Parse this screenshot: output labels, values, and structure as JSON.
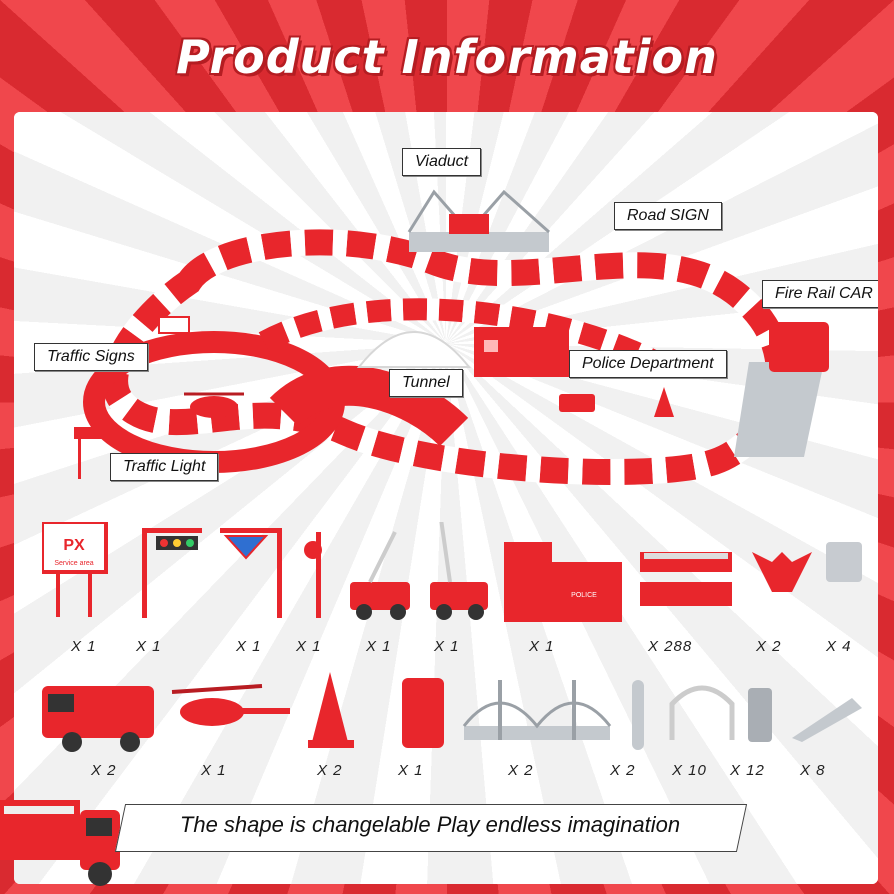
{
  "title": "Product Information",
  "callouts": {
    "viaduct": "Viaduct",
    "road_sign": "Road SIGN",
    "fire_rail_car": "Fire Rail CAR",
    "traffic_signs": "Traffic Signs",
    "tunnel": "Tunnel",
    "police_department": "Police Department",
    "traffic_light": "Traffic Light"
  },
  "service_sign": "PX",
  "service_sign_sub": "Service area",
  "police_label": "POLICE",
  "row1_quantities": [
    "X 1",
    "X 1",
    "X 1",
    "X 1",
    "X 1",
    "X 1",
    "X 1",
    "X 288",
    "X 2",
    "X 4"
  ],
  "row2_quantities": [
    "X 2",
    "X 1",
    "X 2",
    "X 1",
    "X 2",
    "X 2",
    "X 10",
    "X 12",
    "X 8"
  ],
  "tagline": "The shape is changelable  Play endless imagination",
  "colors": {
    "brand_red": "#e8353b",
    "track_red": "#e8262c",
    "track_white": "#ffffff",
    "gray": "#b9bec4"
  }
}
